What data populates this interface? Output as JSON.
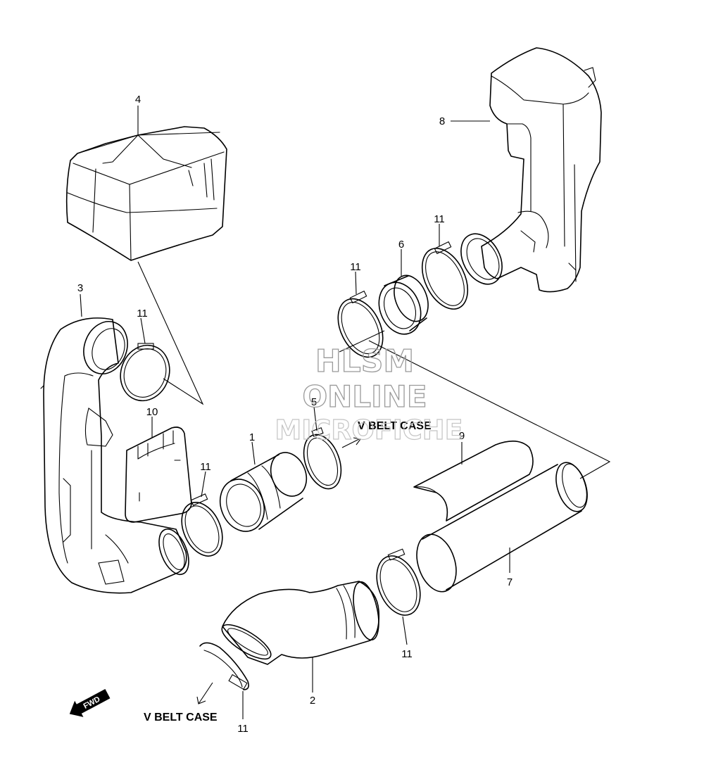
{
  "watermark": {
    "line1": "HLSM",
    "line2": "ONLINE",
    "line3": "MICROFICHE"
  },
  "callouts": {
    "vbelt_top": "V BELT CASE",
    "vbelt_bottom": "V BELT CASE"
  },
  "direction_badge": "FWD",
  "part_numbers": {
    "p1": "1",
    "p2": "2",
    "p3": "3",
    "p4": "4",
    "p5": "5",
    "p6": "6",
    "p7": "7",
    "p8": "8",
    "p9": "9",
    "p10": "10",
    "p11_a": "11",
    "p11_b": "11",
    "p11_c": "11",
    "p11_d": "11",
    "p11_e": "11",
    "p11_f": "11"
  }
}
